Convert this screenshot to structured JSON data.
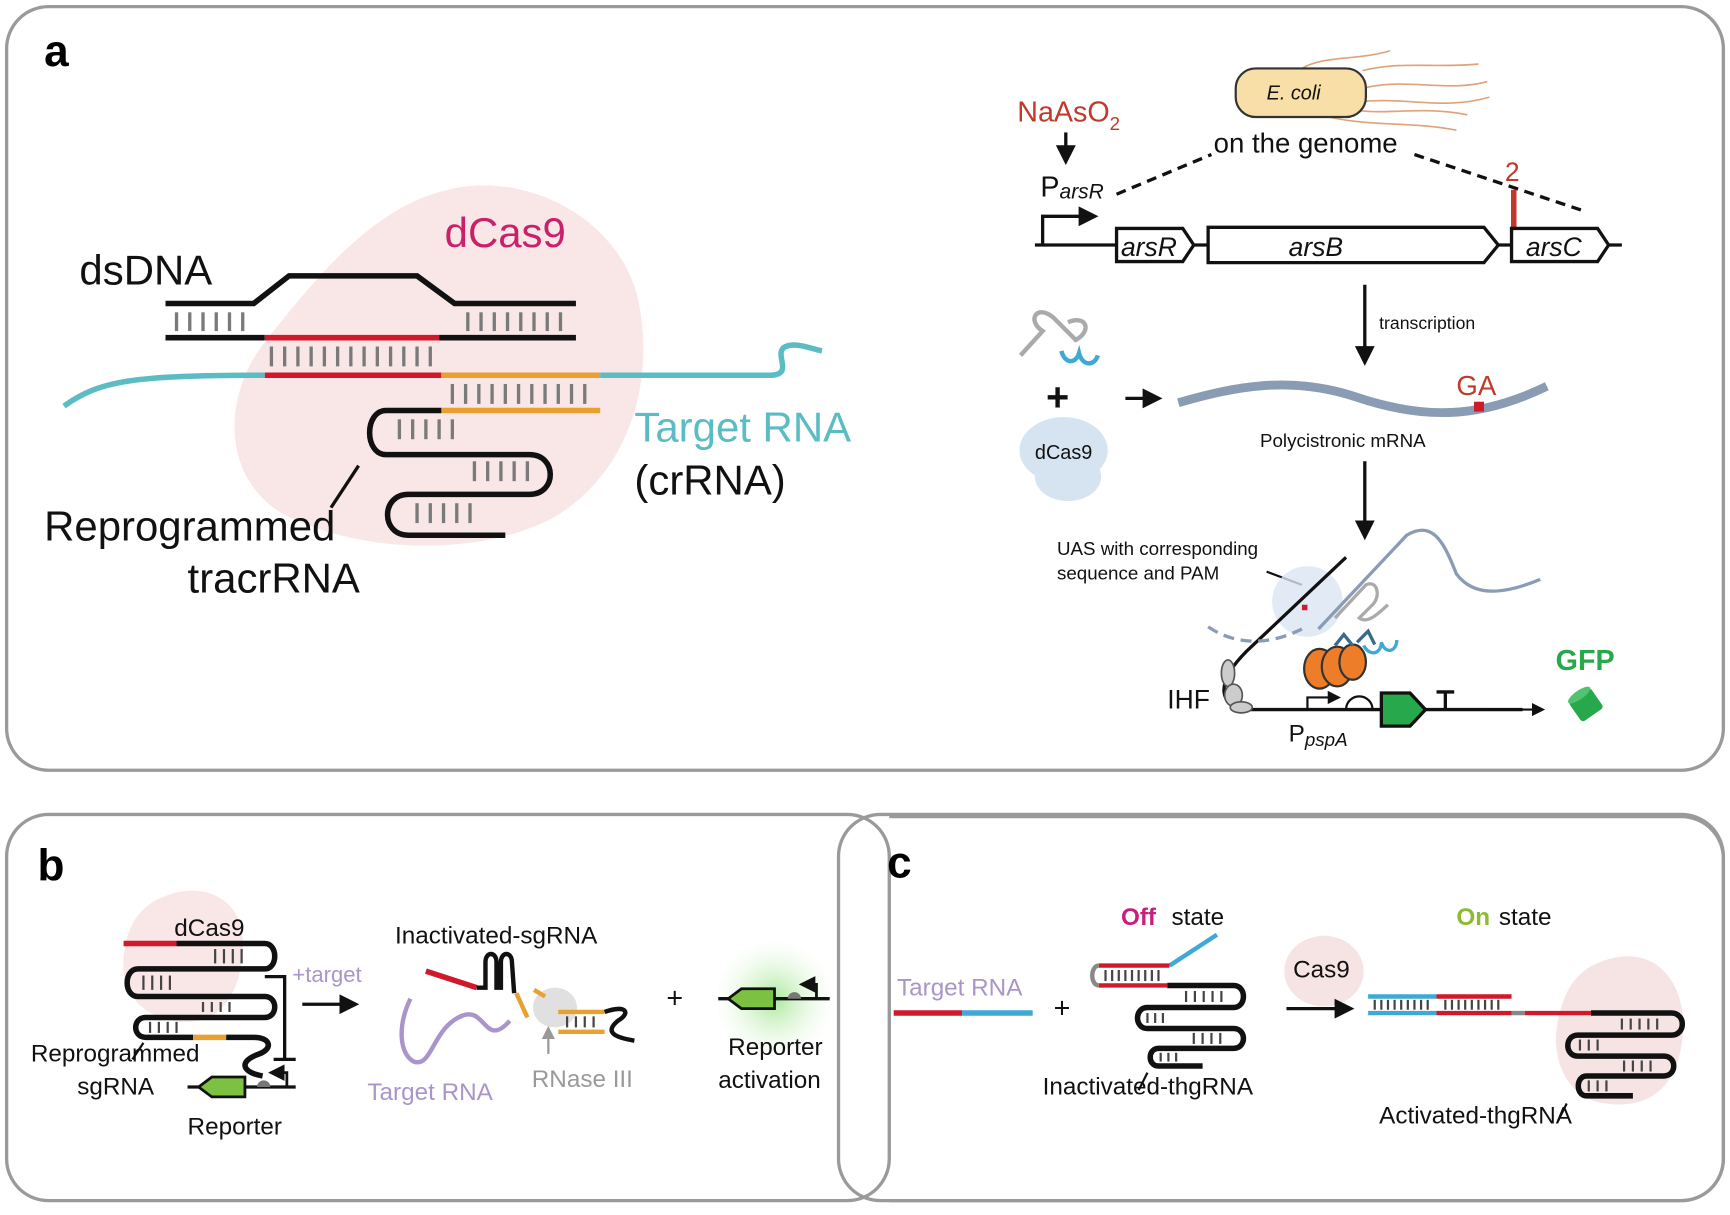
{
  "figure": {
    "panels": [
      {
        "id": "a",
        "letter": "a"
      },
      {
        "id": "b",
        "letter": "b"
      },
      {
        "id": "c",
        "letter": "c"
      }
    ]
  },
  "panel_a": {
    "left": {
      "dsDNA": "dsDNA",
      "dCas9": "dCas9",
      "target_rna": "Target RNA",
      "crrna": "(crRNA)",
      "tracr_line1": "Reprogrammed",
      "tracr_line2": "tracrRNA"
    },
    "right": {
      "inducer": "NaAsO",
      "inducer_sub": "2",
      "organism": "E. coli",
      "genome_note": "on the genome",
      "promoter_P": "P",
      "promoter_sub": "arsR",
      "genes": [
        "arsR",
        "arsB",
        "arsC"
      ],
      "site_marker": "2",
      "transcription": "transcription",
      "dcas9": "dCas9",
      "plus": "+",
      "mrna_label": "Polycistronic mRNA",
      "mutation_label": "GA",
      "uas_line1": "UAS with corresponding",
      "uas_line2": "sequence and PAM",
      "ihf": "IHF",
      "pspa_P": "P",
      "pspa_sub": "pspA",
      "gfp": "GFP"
    }
  },
  "panel_b": {
    "dcas9": "dCas9",
    "sgrna_line1": "Reprogrammed",
    "sgrna_line2": "sgRNA",
    "reporter": "Reporter",
    "plus_target": "+target",
    "inactivated": "Inactivated-sgRNA",
    "target_rna": "Target RNA",
    "rnase": "RNase III",
    "plus": "+",
    "activation_line1": "Reporter",
    "activation_line2": "activation"
  },
  "panel_c": {
    "off": "Off",
    "off_state": "state",
    "on": "On",
    "on_state": "state",
    "target_rna": "Target RNA",
    "plus": "+",
    "cas9": "Cas9",
    "inactivated": "Inactivated-thgRNA",
    "activated": "Activated-thgRNA"
  },
  "colors": {
    "target_rna_teal": "#5bbcc4",
    "guide_red": "#d0192b",
    "orange": "#e9a030",
    "dcas9_pink": "#c8206a",
    "dcas9_blob": "#f9e6e6",
    "mrna_blue": "#8a9bb4",
    "gfp_green": "#27a84a",
    "reporter_green": "#7cc142",
    "purple": "#a995c9",
    "cyan": "#3fa9d6",
    "off_magenta": "#c81f7a",
    "on_green": "#8dbb2e",
    "inducer_red": "#c0392b",
    "ecoli_fill": "#f8dfa8",
    "flagella": "#e0a278"
  }
}
